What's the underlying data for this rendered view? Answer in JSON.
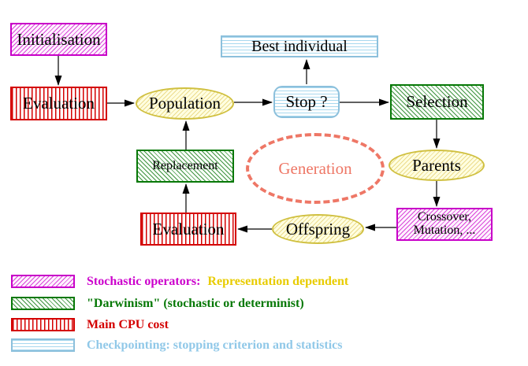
{
  "nodes": {
    "initialisation": "Initialisation",
    "evaluation_top": "Evaluation",
    "population": "Population",
    "best_individual": "Best individual",
    "stop": "Stop ?",
    "selection": "Selection",
    "parents": "Parents",
    "crossover": {
      "line1": "Crossover,",
      "line2": "Mutation, ..."
    },
    "offspring": "Offspring",
    "evaluation_bottom": "Evaluation",
    "replacement": "Replacement",
    "generation": "Generation"
  },
  "legend": {
    "rows": [
      {
        "swatch": "magenta-hatch",
        "label": "Stochastic operators:",
        "label2": "Representation dependent"
      },
      {
        "swatch": "green-hatch",
        "label": "\"Darwinism\" (stochastic or determinist)"
      },
      {
        "swatch": "red-stripes",
        "label": "Main CPU cost"
      },
      {
        "swatch": "cyan-stripes",
        "label": "Checkpointing: stopping criterion and statistics"
      }
    ]
  },
  "colors": {
    "magenta": "#cc00cc",
    "green": "#067806",
    "red": "#d40000",
    "cyan_border": "#8cc0dc",
    "cyan_text": "#90c8e8",
    "yellow_ellipse_border": "#d0c040",
    "legend_yellow_text": "#e8cc00",
    "generation_salmon": "#ee7766",
    "arrow_black": "#000000"
  }
}
